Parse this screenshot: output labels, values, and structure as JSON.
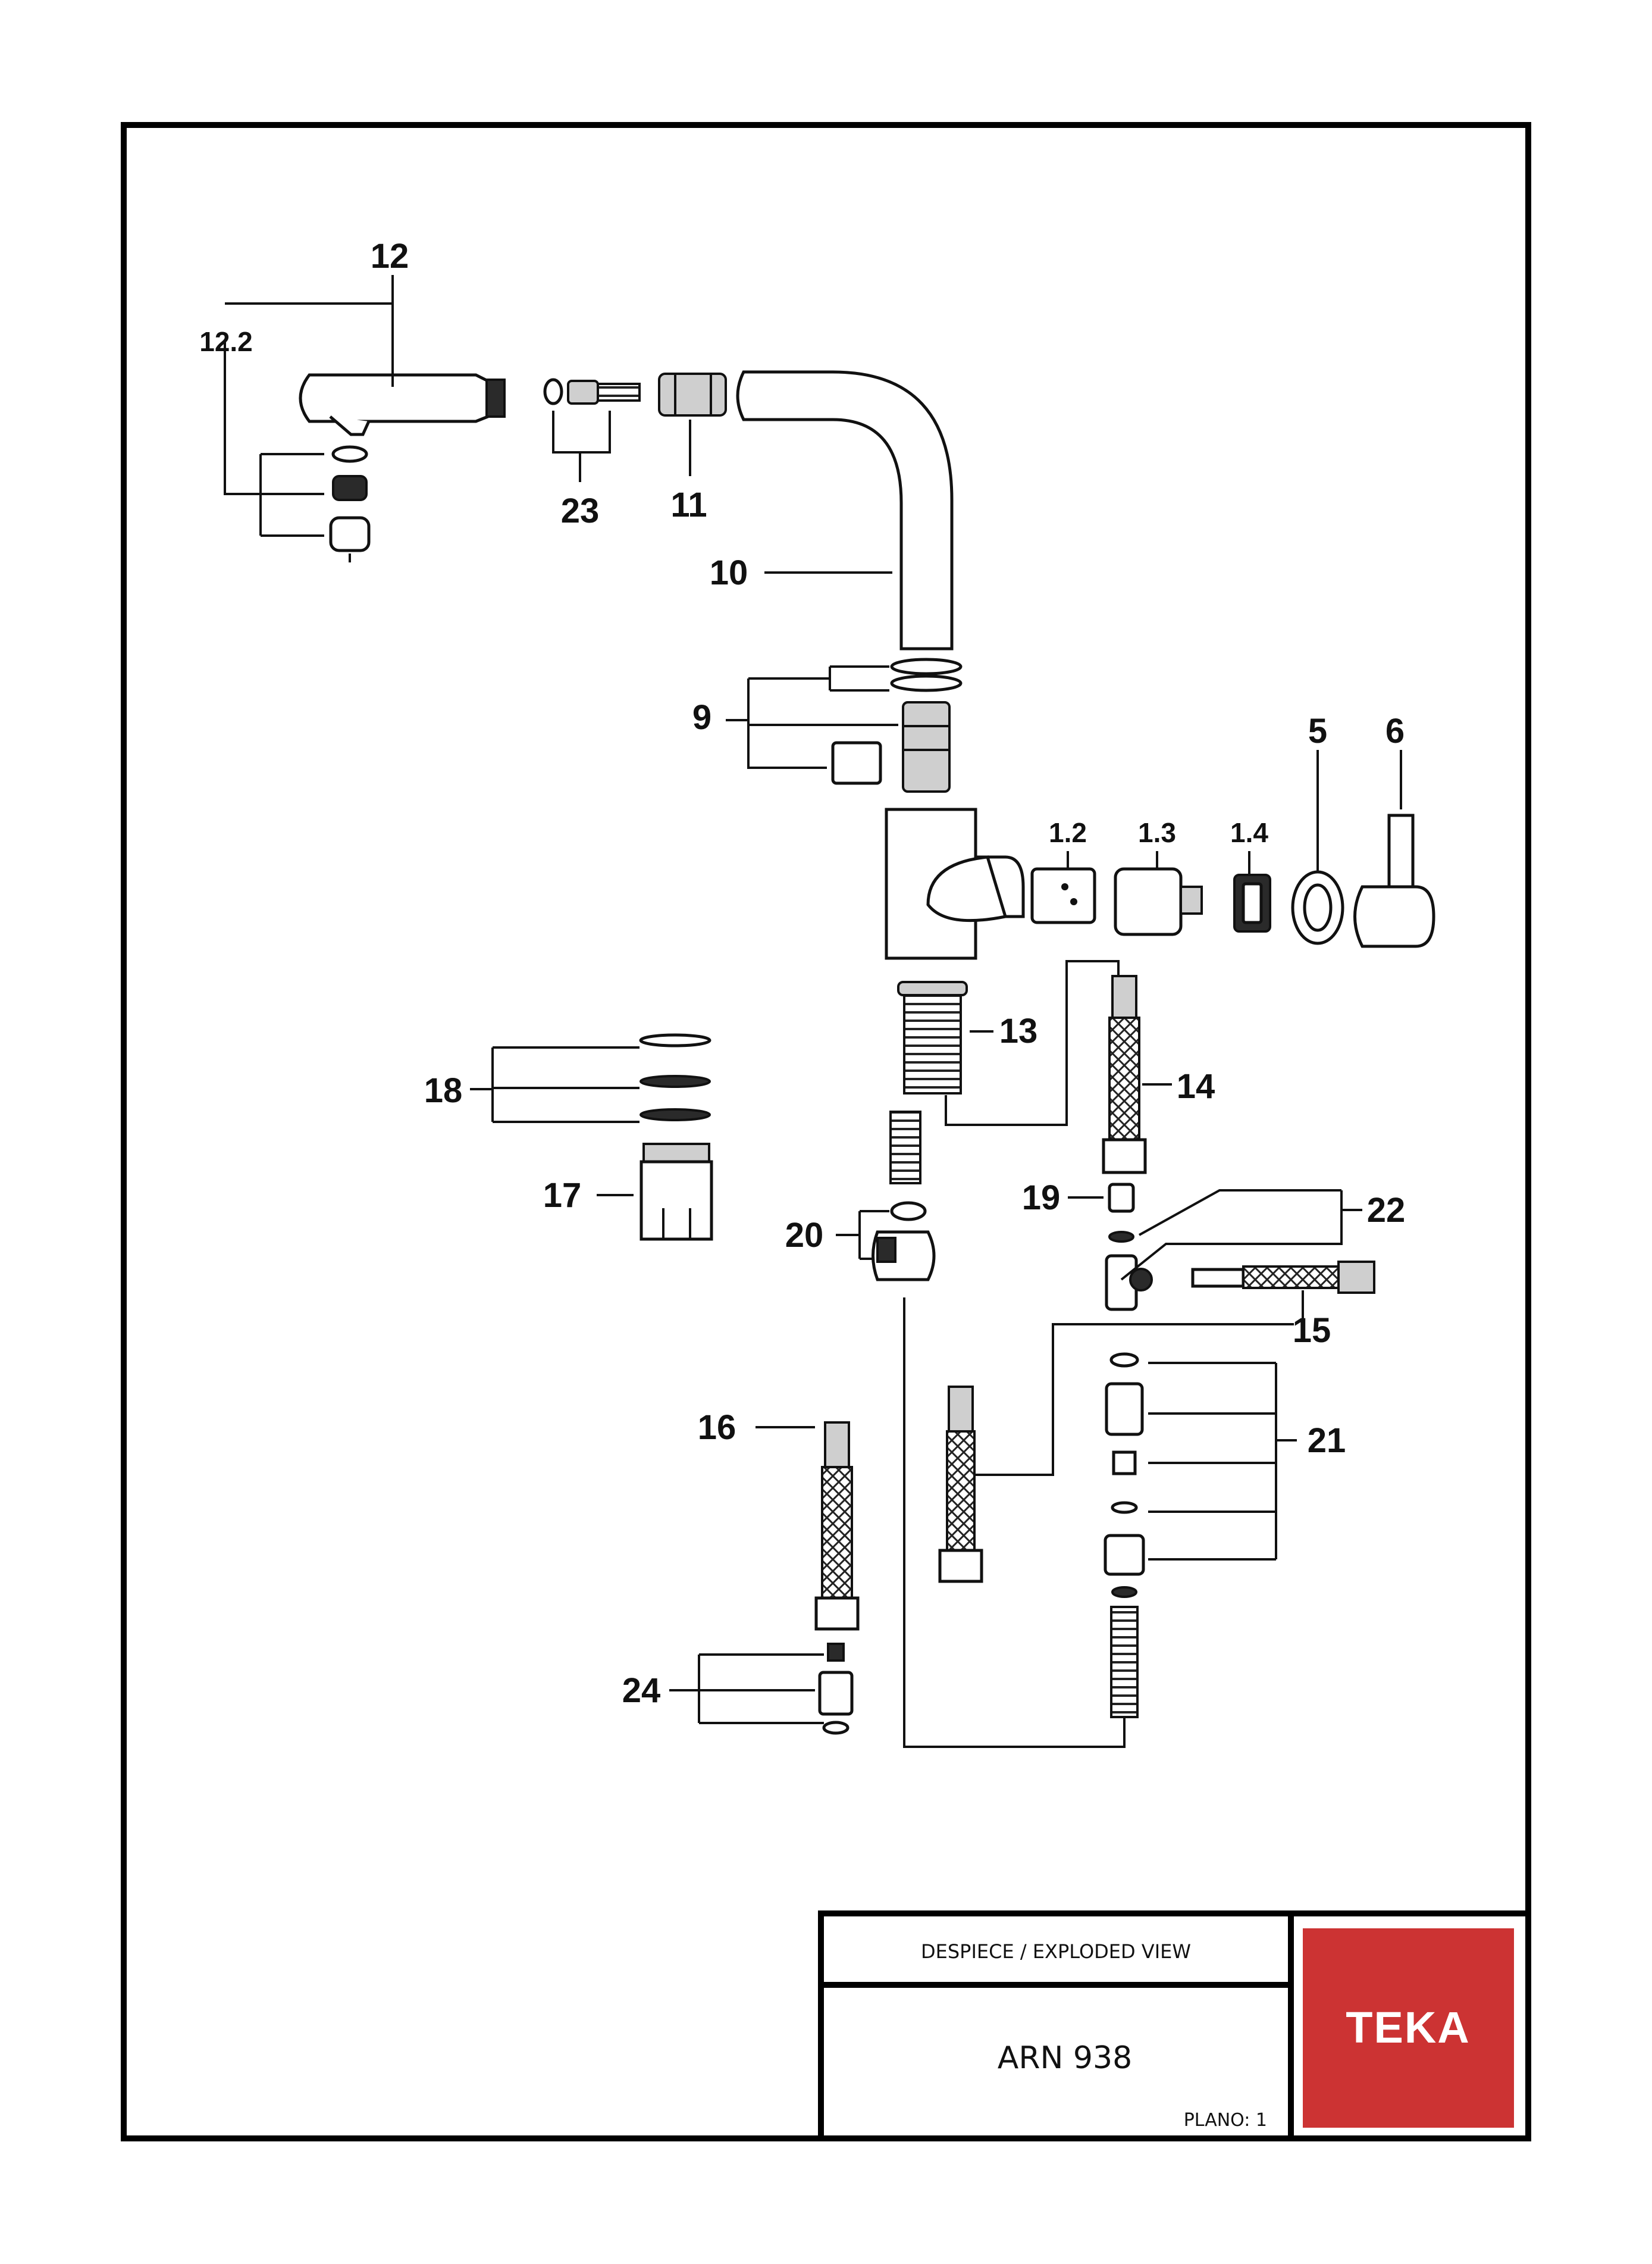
{
  "title_block": {
    "heading": "DESPIECE / EXPLODED VIEW",
    "model": "ARN 938",
    "sheet": "PLANO: 1"
  },
  "brand": {
    "name": "TEKA",
    "color": "#cc3333"
  },
  "part_labels": {
    "p12": "12",
    "p12_2": "12.2",
    "p23": "23",
    "p11": "11",
    "p10": "10",
    "p9": "9",
    "p5": "5",
    "p6": "6",
    "p1_2": "1.2",
    "p1_3": "1.3",
    "p1_4": "1.4",
    "p13": "13",
    "p14": "14",
    "p18": "18",
    "p17": "17",
    "p19": "19",
    "p22": "22",
    "p20": "20",
    "p15": "15",
    "p16": "16",
    "p21": "21",
    "p24": "24"
  }
}
